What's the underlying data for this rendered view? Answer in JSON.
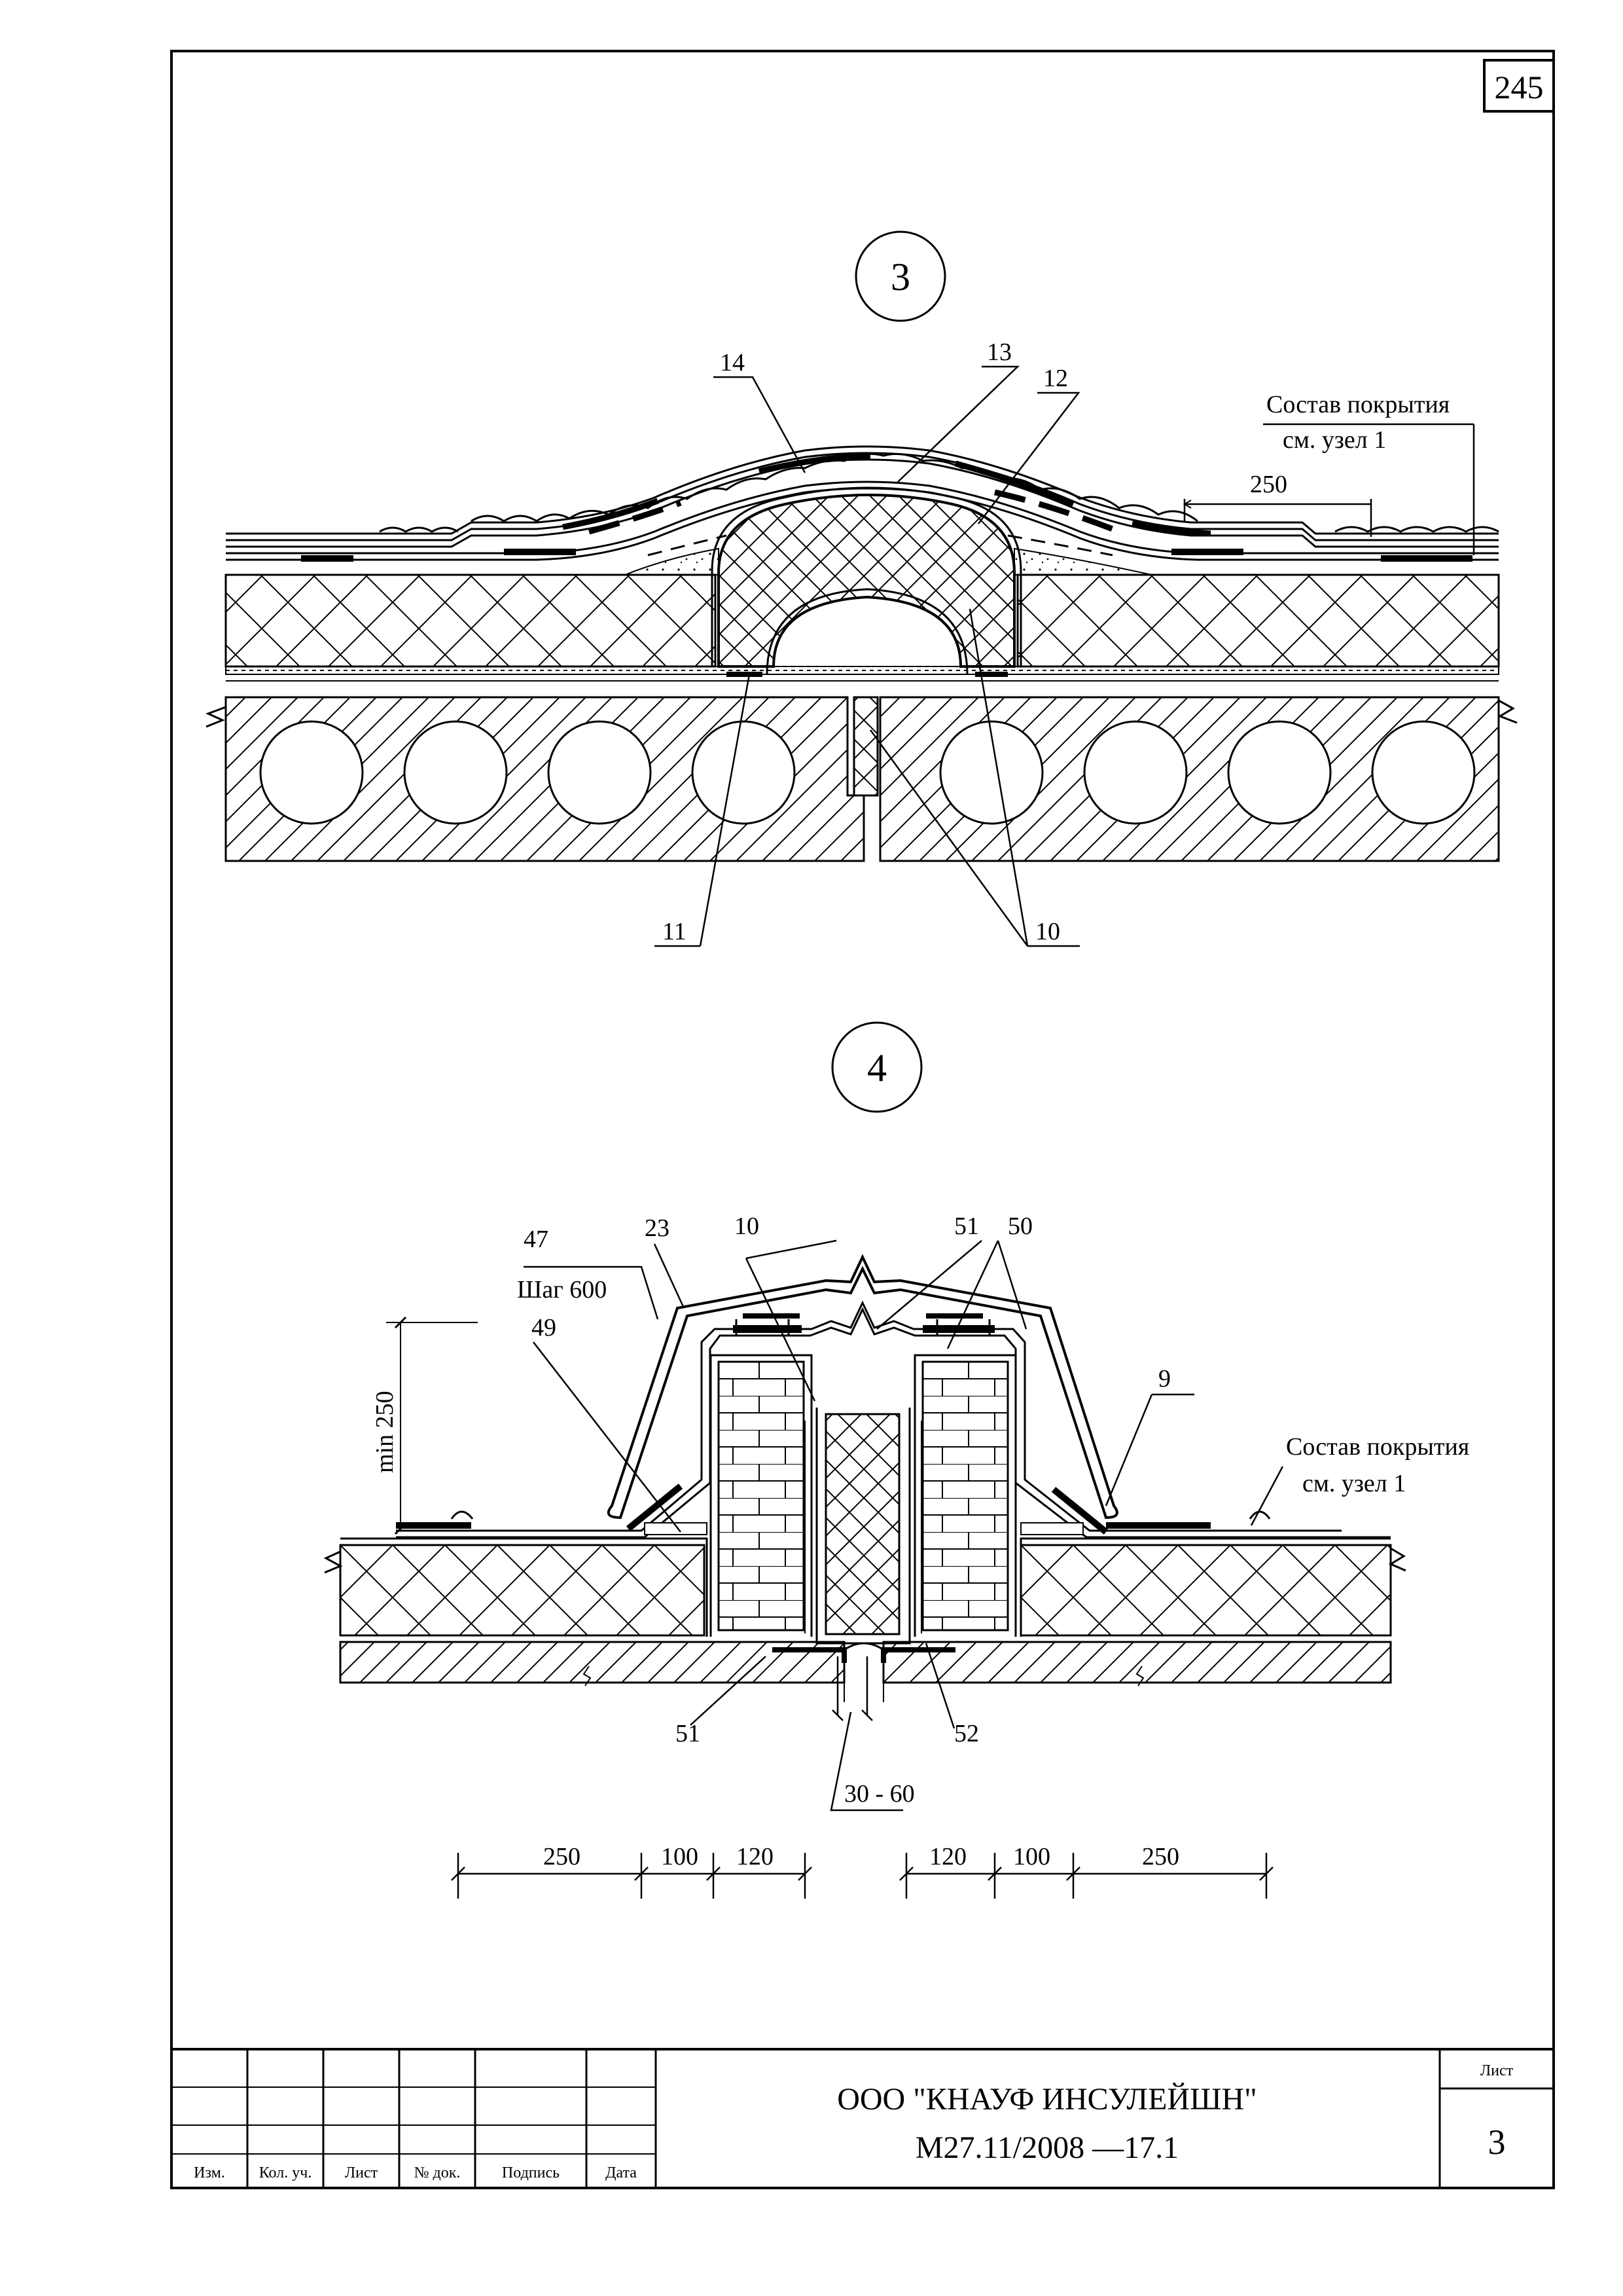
{
  "page_number": "245",
  "detail_3": {
    "marker": "3",
    "callouts": [
      "14",
      "13",
      "12",
      "11",
      "10"
    ],
    "note_line1": "Состав покрытия",
    "note_line2": "см. узел 1",
    "dim": "250"
  },
  "detail_4": {
    "marker": "4",
    "callouts": [
      "23",
      "10",
      "51",
      "50",
      "47",
      "49",
      "9",
      "51",
      "52"
    ],
    "step_label": "Шаг 600",
    "min_label": "min 250",
    "note_line1": "Состав покрытия",
    "note_line2": "см. узел 1",
    "gap_dim": "30 - 60",
    "dims_left": [
      "250",
      "100",
      "120"
    ],
    "dims_right": [
      "120",
      "100",
      "250"
    ]
  },
  "title_block": {
    "headers": [
      "Изм.",
      "Кол. уч.",
      "Лист",
      "№ док.",
      "Подпись",
      "Дата"
    ],
    "company": "ООО \"КНАУФ ИНСУЛЕЙШН\"",
    "doc_code": "М27.11/2008 —17.1",
    "sheet_label": "Лист",
    "sheet_number": "3"
  }
}
